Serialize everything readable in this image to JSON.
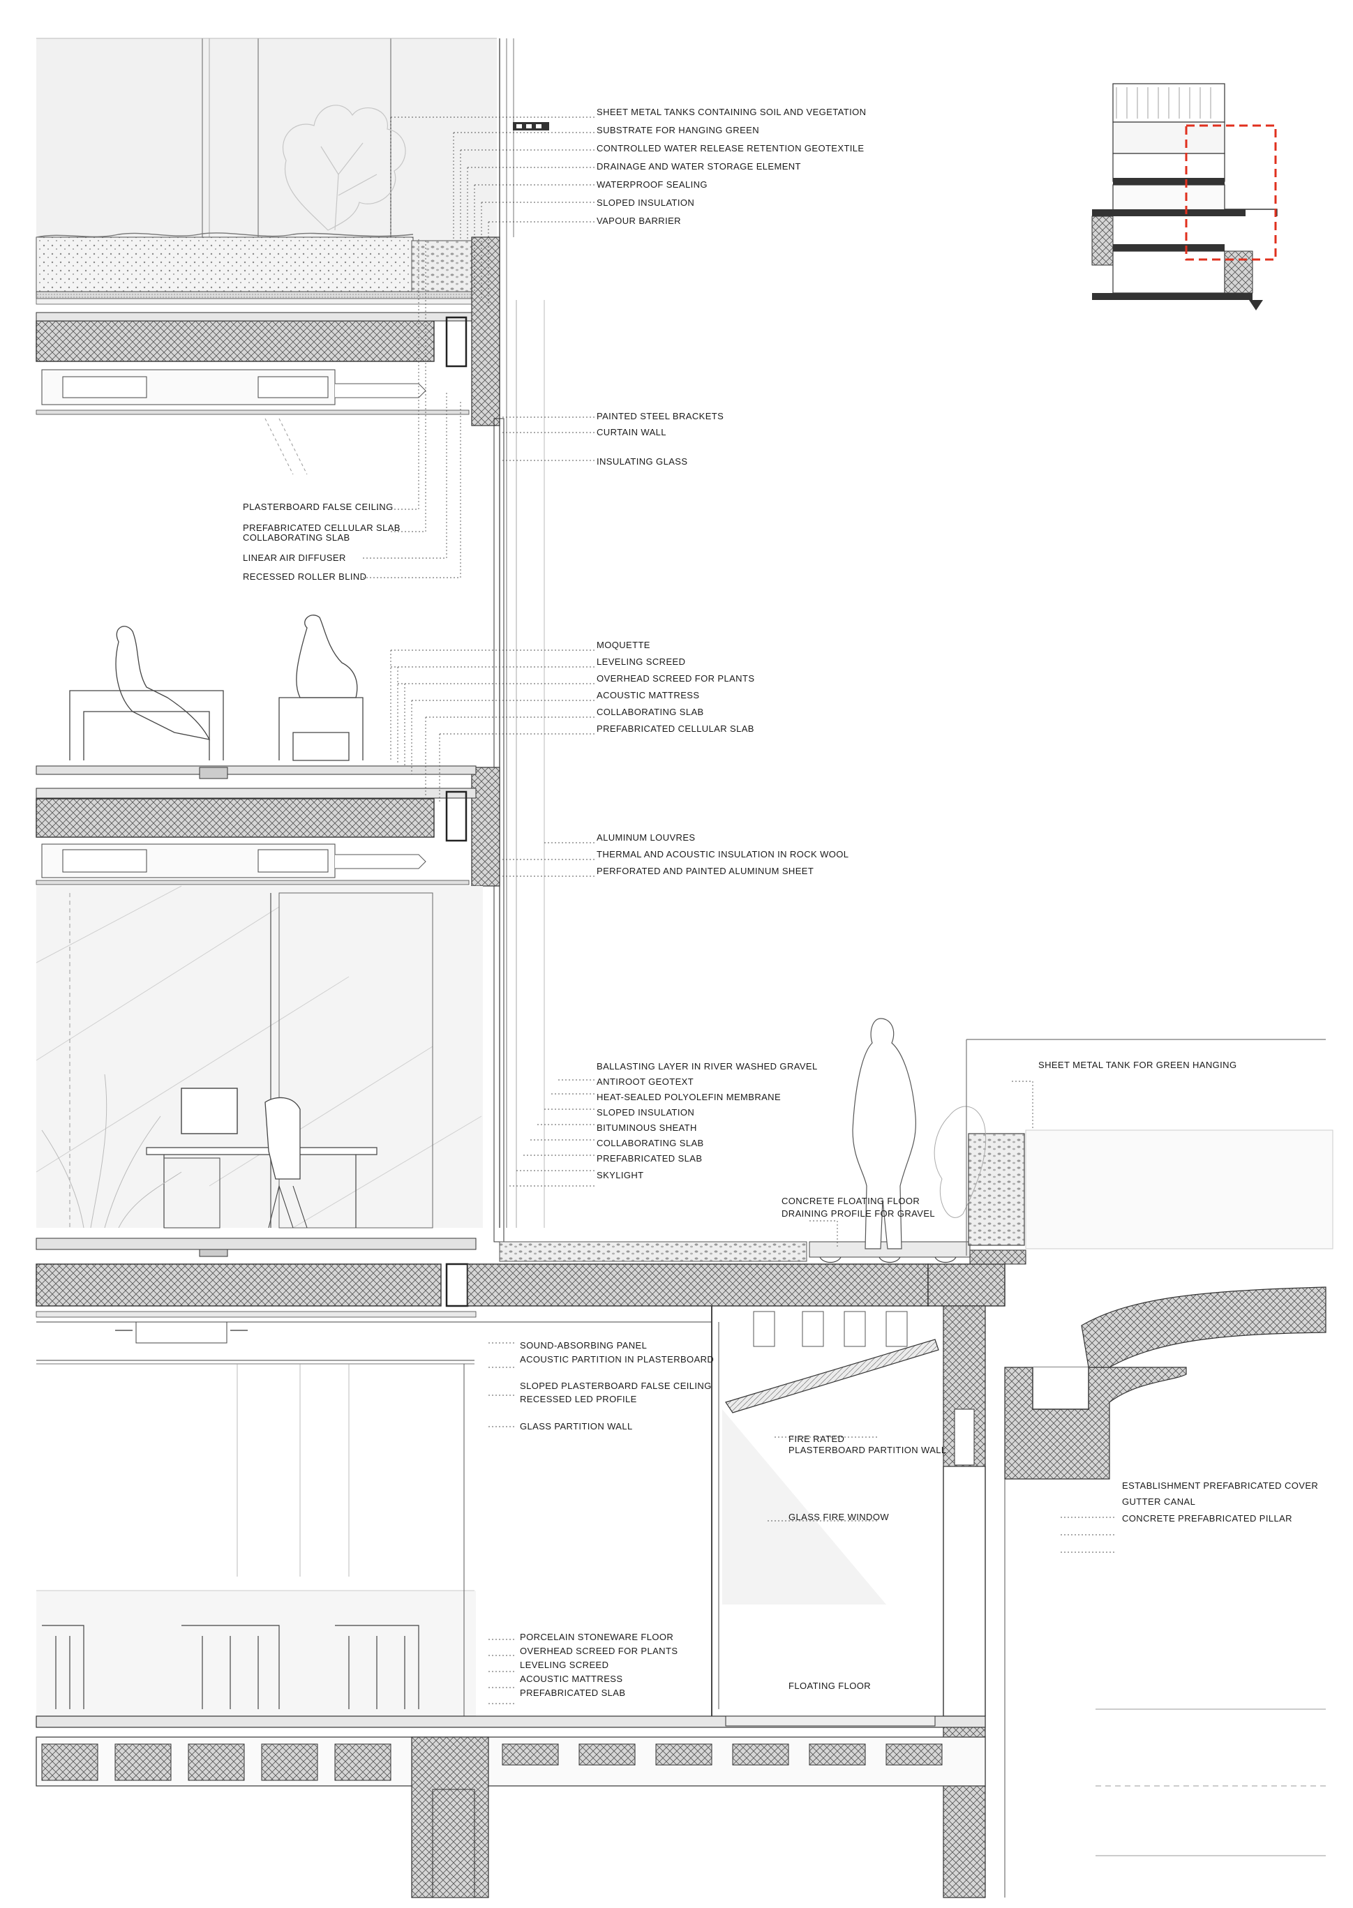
{
  "annotations": {
    "roof_top": [
      "SHEET METAL TANKS CONTAINING SOIL AND VEGETATION",
      "SUBSTRATE FOR HANGING GREEN",
      "CONTROLLED WATER RELEASE RETENTION GEOTEXTILE",
      "DRAINAGE AND WATER STORAGE ELEMENT",
      "WATERPROOF SEALING",
      "SLOPED INSULATION",
      "VAPOUR BARRIER"
    ],
    "facade_upper": [
      "PAINTED STEEL BRACKETS",
      "CURTAIN WALL",
      "INSULATING GLASS"
    ],
    "ceiling_left": [
      "PLASTERBOARD FALSE CEILING",
      "PREFABRICATED CELLULAR SLAB",
      "COLLABORATING SLAB",
      "LINEAR AIR DIFFUSER",
      "RECESSED ROLLER BLIND"
    ],
    "floor_upper": [
      "MOQUETTE",
      "LEVELING SCREED",
      "OVERHEAD SCREED FOR PLANTS",
      "ACOUSTIC MATTRESS",
      "COLLABORATING SLAB",
      "PREFABRICATED CELLULAR SLAB"
    ],
    "facade_middle": [
      "ALUMINUM LOUVRES",
      "THERMAL AND ACOUSTIC INSULATION IN ROCK WOOL",
      "PERFORATED AND PAINTED ALUMINUM SHEET"
    ],
    "terrace": [
      "BALLASTING LAYER IN RIVER WASHED GRAVEL",
      "ANTIROOT GEOTEXT",
      "HEAT-SEALED POLYOLEFIN MEMBRANE",
      "SLOPED INSULATION",
      "BITUMINOUS SHEATH",
      "COLLABORATING SLAB",
      "PREFABRICATED SLAB",
      "SKYLIGHT"
    ],
    "green_tank": "SHEET METAL TANK FOR GREEN HANGING",
    "floating": [
      "CONCRETE FLOATING FLOOR",
      "DRAINING PROFILE FOR GRAVEL"
    ],
    "lower_ceiling": [
      "SOUND-ABSORBING PANEL",
      "ACOUSTIC PARTITION IN PLASTERBOARD",
      "SLOPED PLASTERBOARD FALSE CEILING",
      "RECESSED LED PROFILE",
      "GLASS PARTITION WALL"
    ],
    "fire_wall": [
      "FIRE RATED",
      "PLASTERBOARD PARTITION WALL"
    ],
    "glass_fire_window": "GLASS FIRE WINDOW",
    "canal": [
      "ESTABLISHMENT PREFABRICATED COVER",
      "GUTTER CANAL",
      "CONCRETE PREFABRICATED PILLAR"
    ],
    "ground_floor": [
      "PORCELAIN STONEWARE FLOOR",
      "OVERHEAD SCREED FOR PLANTS",
      "LEVELING SCREED",
      "ACOUSTIC MATTRESS",
      "PREFABRICATED SLAB"
    ],
    "floating_floor": "FLOATING FLOOR"
  },
  "colors": {
    "line": "#2b2b2b",
    "hatch": "#555555",
    "slab_fill": "#d9d9d9",
    "glass_fill": "#f3f3f3",
    "keyplan_marker": "#e0301e"
  }
}
